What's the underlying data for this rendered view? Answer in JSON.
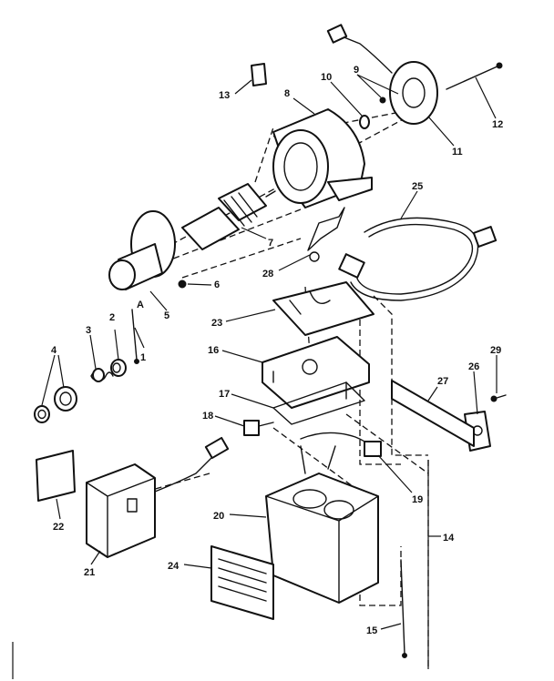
{
  "diagram": {
    "callouts": [
      "1",
      "2",
      "3",
      "4",
      "5",
      "6",
      "7",
      "8",
      "9",
      "10",
      "11",
      "12",
      "13",
      "14",
      "15",
      "16",
      "17",
      "18",
      "19",
      "20",
      "21",
      "22",
      "23",
      "24",
      "25",
      "26",
      "27",
      "28",
      "29"
    ],
    "side_label": "A",
    "colors": {
      "ink": "#111111",
      "paper": "#ffffff"
    }
  }
}
